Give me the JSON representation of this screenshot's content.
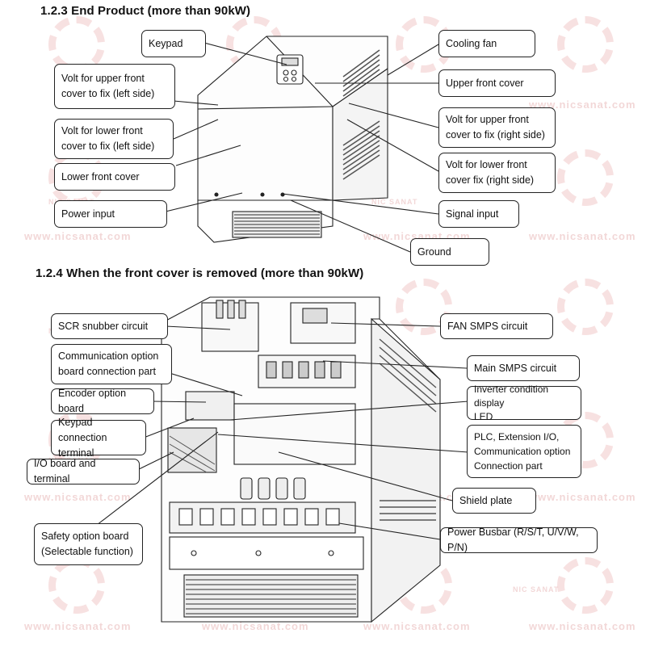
{
  "sections": {
    "end_product_title": "1.2.3 End Product (more than 90kW)",
    "cover_removed_title": "1.2.4 When the front cover is removed (more than 90kW)"
  },
  "top_labels": {
    "keypad": "Keypad",
    "cooling_fan": "Cooling fan",
    "volt_upper_left": "Volt for upper front\ncover to fix (left side)",
    "upper_front_cover": "Upper front cover",
    "volt_upper_right": "Volt for upper front\ncover to fix (right side)",
    "volt_lower_left": "Volt  for  lower  front\ncover to fix (left side)",
    "volt_lower_right": "Volt  for  lower  front\ncover fix (right side)",
    "lower_front_cover": "Lower front cover",
    "power_input": "Power input",
    "signal_input": "Signal input",
    "ground": "Ground"
  },
  "bottom_labels": {
    "scr_snubber": "SCR snubber circuit",
    "fan_smps": "FAN SMPS circuit",
    "comm_option_board": "Communication option\nboard connection part",
    "main_smps": "Main SMPS circuit",
    "encoder_option": "Encoder option board",
    "inverter_led": "Inverter condition display\nLED",
    "keypad_terminal": "Keypad connection\nterminal",
    "plc_extension": "PLC, Extension I/O,\nCommunication option\nConnection part",
    "io_board": "I/O board and terminal",
    "shield_plate": "Shield plate",
    "safety_option": "Safety  option  board\n(Selectable function)",
    "power_busbar": "Power Busbar (R/S/T, U/V/W, P/N)"
  },
  "watermark": {
    "url": "www.nicsanat.com",
    "brand": "NIC SANAT"
  }
}
